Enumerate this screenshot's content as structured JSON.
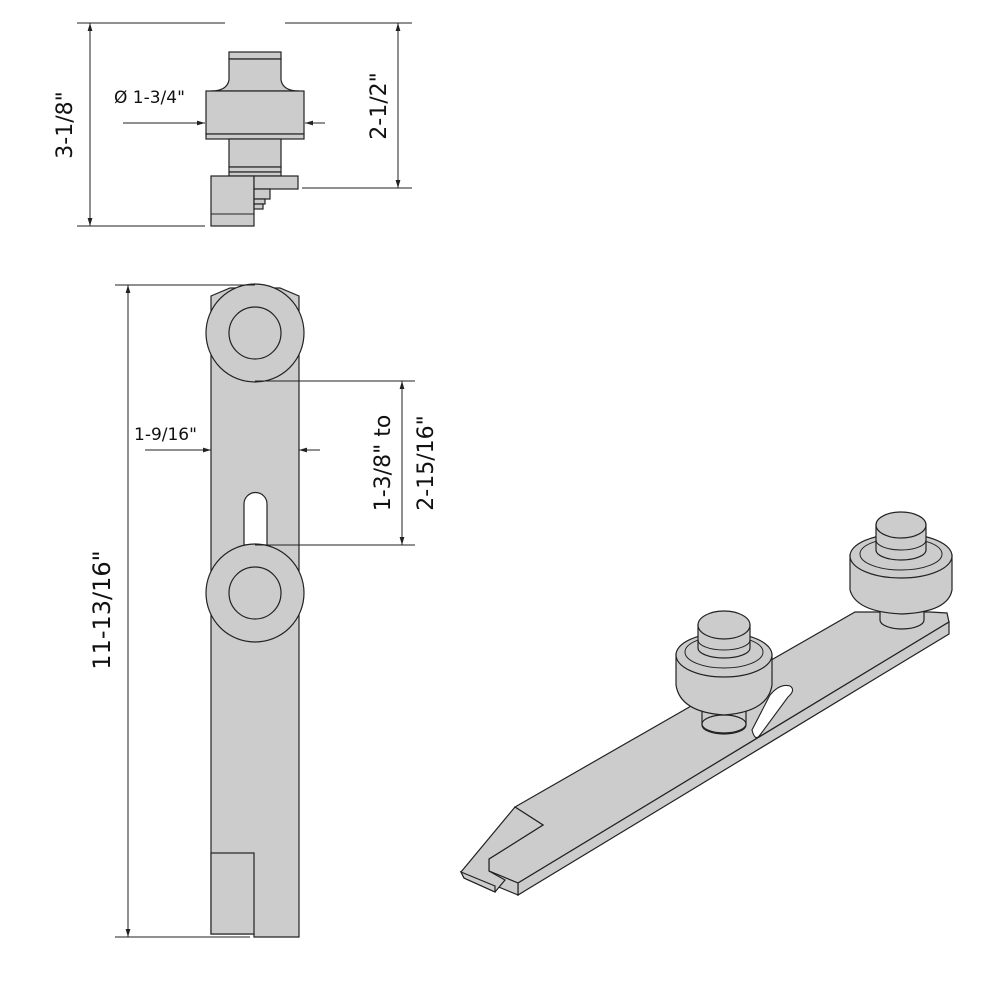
{
  "drawing": {
    "background": "#ffffff",
    "part_color": "#cccccc",
    "line_color": "#222222",
    "side_view": {
      "overall_height": "3-1/8\"",
      "wheel_diameter": "Ø 1-3/4\"",
      "wheel_height": "2-1/2\""
    },
    "front_view": {
      "overall_length": "11-13/16\"",
      "bar_width": "1-9/16\"",
      "spacing_line1": "1-3/8\" to",
      "spacing_line2": "2-15/16\""
    },
    "isometric_view": {
      "description": "Roller guide bar with two roller wheels and adjustment slot"
    }
  }
}
